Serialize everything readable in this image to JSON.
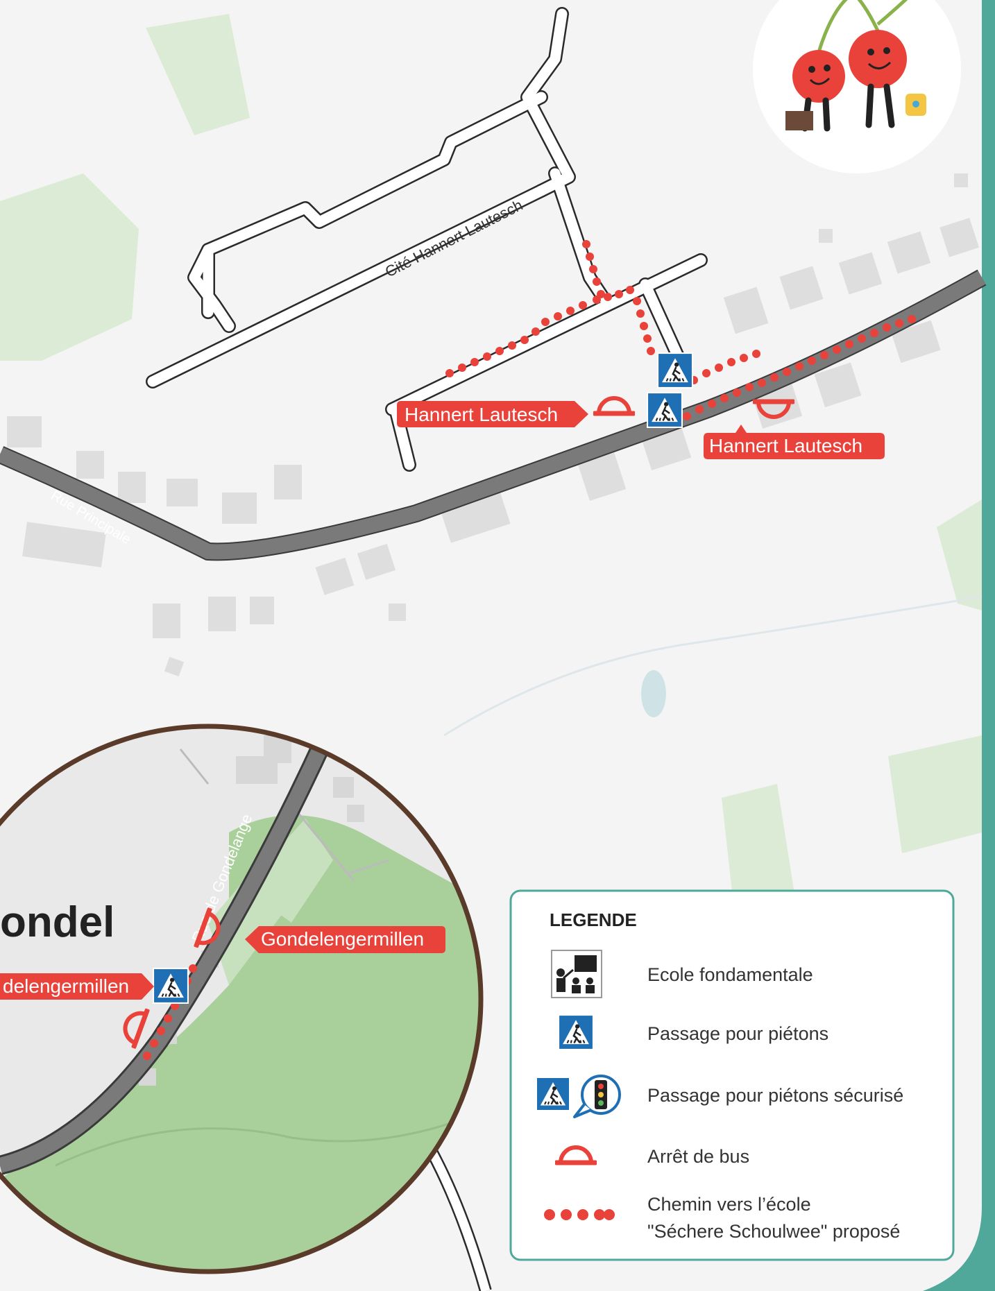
{
  "colors": {
    "background": "#f4f4f4",
    "teal_frame": "#4fa89a",
    "route_red": "#e8423a",
    "crossing_blue": "#1f6fb5",
    "inset_border": "#5a3b2a",
    "park_green": "#a9cf9b",
    "light_green": "#dcebd5",
    "main_road": "#6a6a6a"
  },
  "streets": {
    "rue_principale": "Rue Principale",
    "cite_hannert_lautesch": "Cité Hannert Lautesch",
    "rue_de_gondelange": "Rue de Gondelange"
  },
  "bus_stops": [
    {
      "name": "Hannert Lautesch"
    },
    {
      "name": "Hannert Lautesch"
    }
  ],
  "inset": {
    "place_name_partial": "ondel",
    "bus_stops": [
      {
        "name": "Gondelengermillen"
      },
      {
        "name": "delengermillen"
      }
    ]
  },
  "legend": {
    "title": "LEGENDE",
    "items": [
      {
        "icon": "school-icon",
        "label": "Ecole fondamentale"
      },
      {
        "icon": "pedestrian-crossing-icon",
        "label": "Passage pour piétons"
      },
      {
        "icon": "traffic-light-crossing-icon",
        "label": "Passage pour piétons sécurisé"
      },
      {
        "icon": "bus-stop-icon",
        "label": "Arrêt de bus"
      },
      {
        "icon": "route-dots-icon",
        "label_line1": "Chemin vers l’école",
        "label_line2": "\"Séchere Schoulwee\" proposé"
      }
    ]
  },
  "mascot": {
    "icon": "cherry-mascot-icon"
  }
}
